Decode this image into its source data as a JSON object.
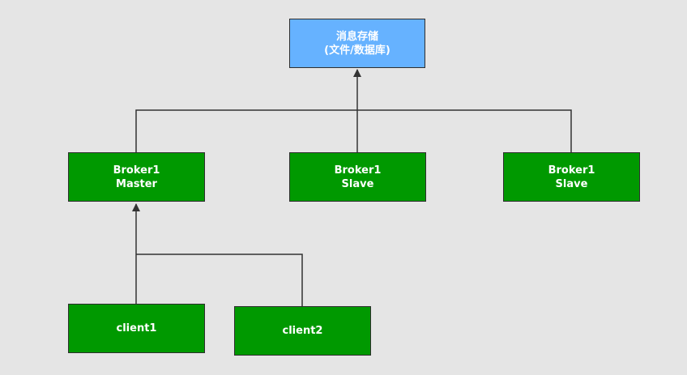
{
  "storage": {
    "line1": "消息存储",
    "line2": "(文件/数据库)"
  },
  "brokers": {
    "master": {
      "line1": "Broker1",
      "line2": "Master"
    },
    "slave_a": {
      "line1": "Broker1",
      "line2": "Slave"
    },
    "slave_b": {
      "line1": "Broker1",
      "line2": "Slave"
    }
  },
  "clients": {
    "client1": "client1",
    "client2": "client2"
  },
  "colors": {
    "node_fill": "#009900",
    "storage_fill": "#66b2ff",
    "connector": "#333333",
    "background": "#e5e5e5"
  }
}
